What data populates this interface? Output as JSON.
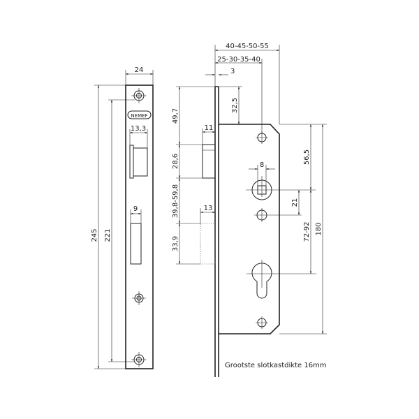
{
  "brand_logo": "NEMEF",
  "dimensions": {
    "front_width": "24",
    "total_height": "245",
    "screw_distance": "221",
    "latch_width": "13,3",
    "bolt_width": "9",
    "backset_outer": "40-45-50-55",
    "backset": "25-30-35-40",
    "faceplate_thickness": "3",
    "top_to_case": "32,5",
    "top_to_latch": "49,7",
    "latch_projection": "11",
    "latch_height": "28,6",
    "latch_to_bolt": "39,8-59,8",
    "bolt_projection": "13",
    "bolt_height": "33,9",
    "follower_square": "8",
    "case_to_follower": "56,5",
    "follower_to_hole": "21",
    "follower_to_cylinder": "72-92",
    "case_height": "180"
  },
  "caption": "Grootste slotkastdikte 16mm"
}
